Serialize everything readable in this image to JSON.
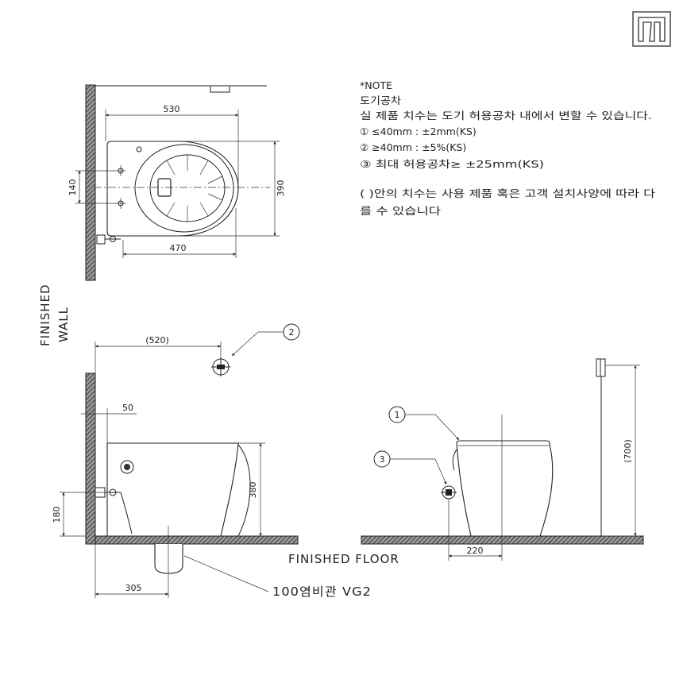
{
  "note": {
    "title": "*NOTE",
    "subtitle": "도기공차",
    "line1": "실 제품 치수는 도기 허용공차 내에서 변할 수 있습니다.",
    "item1": "① ≤40mm  :  ±2mm(KS)",
    "item2": "② ≥40mm  :  ±5%(KS)",
    "item3": "③ 최대 허용공차≥ ±25mm(KS)",
    "paren_line1": "(   )안의 치수는 사용 제품 혹은 고객 설치사양에 따라 다",
    "paren_line2": "를 수 있습니다"
  },
  "labels": {
    "finished_wall_1": "FINISHED",
    "finished_wall_2": "WALL",
    "finished_floor": "FINISHED FLOOR",
    "pipe": "100염비관 VG2"
  },
  "plan": {
    "dim_width": "530",
    "dim_depth": "390",
    "dim_bolt": "140",
    "dim_base": "470"
  },
  "side": {
    "dim_supply": "(520)",
    "dim_offset": "50",
    "dim_height": "380",
    "dim_valve": "180",
    "dim_drain": "305"
  },
  "front": {
    "dim_half": "220",
    "dim_supply_height": "(700)"
  },
  "callouts": {
    "c1": "1",
    "c2": "2",
    "c3": "3"
  },
  "colors": {
    "line": "#222222",
    "background": "#ffffff",
    "logo": "#555555"
  }
}
